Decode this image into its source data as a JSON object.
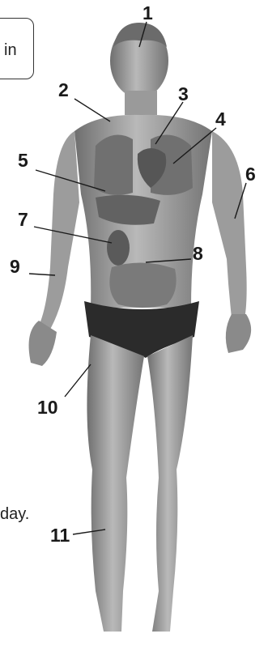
{
  "callout_text": "in",
  "side_text": "day.",
  "labels": [
    {
      "id": "1",
      "text": "1"
    },
    {
      "id": "2",
      "text": "2"
    },
    {
      "id": "3",
      "text": "3"
    },
    {
      "id": "4",
      "text": "4"
    },
    {
      "id": "5",
      "text": "5"
    },
    {
      "id": "6",
      "text": "6"
    },
    {
      "id": "7",
      "text": "7"
    },
    {
      "id": "8",
      "text": "8"
    },
    {
      "id": "9",
      "text": "9"
    },
    {
      "id": "10",
      "text": "10"
    },
    {
      "id": "11",
      "text": "11"
    }
  ],
  "colors": {
    "body": "#8f8f8f",
    "organs": "#5e5e5e",
    "briefs": "#2b2b2b",
    "label": "#1a1a1a"
  }
}
